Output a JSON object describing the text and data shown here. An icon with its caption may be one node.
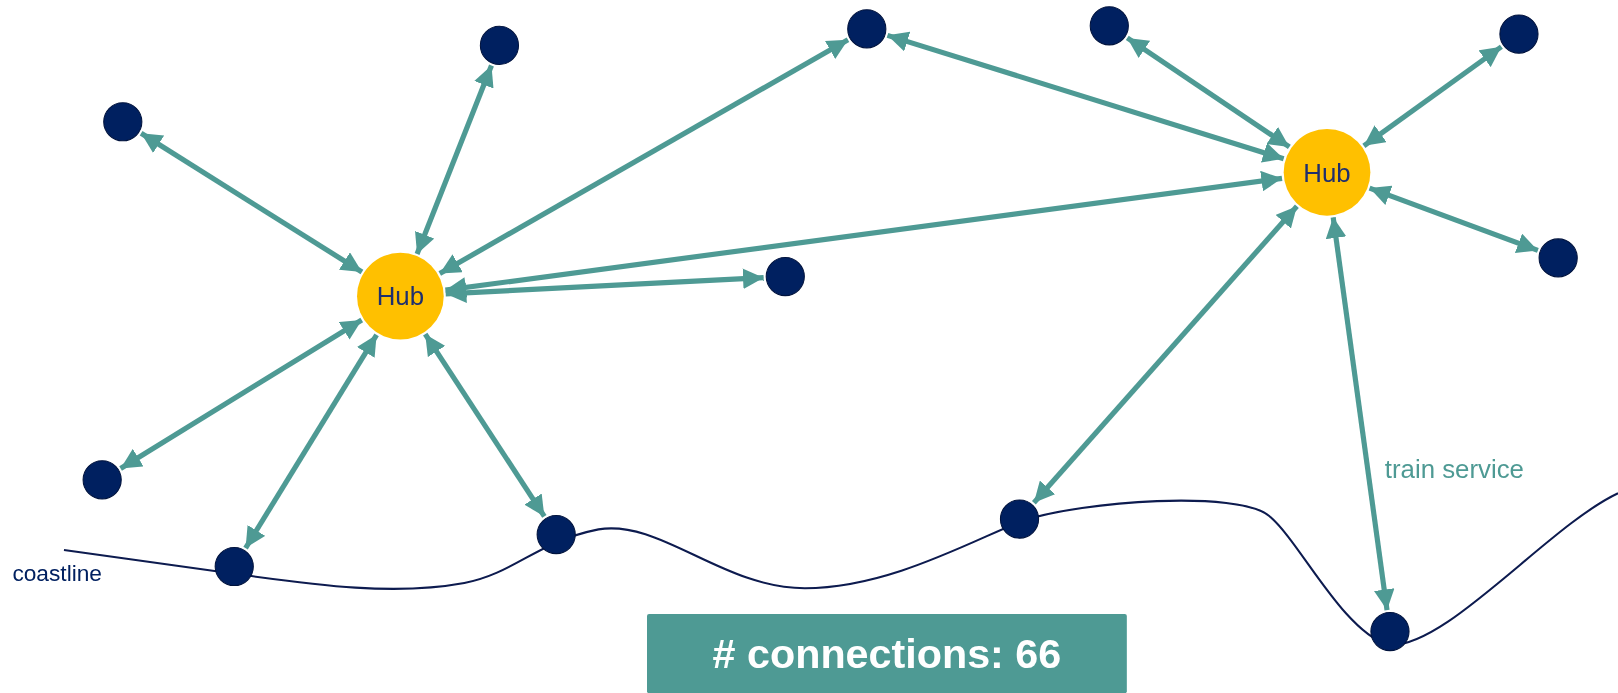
{
  "diagram": {
    "nodes": [
      {
        "text": [
          "Hub"
        ]
      },
      {
        "text": [
          "Hub"
        ]
      },
      {
        "text": [],
        "shape": "circle"
      },
      {
        "text": [],
        "shape": "circle"
      },
      {
        "text": [],
        "shape": "circle"
      },
      {
        "text": [],
        "shape": "circle"
      },
      {
        "text": [],
        "shape": "circle"
      },
      {
        "text": [],
        "shape": "circle"
      },
      {
        "text": [],
        "shape": "circle"
      },
      {
        "text": [],
        "shape": "circle"
      },
      {
        "text": [],
        "shape": "circle"
      },
      {
        "text": [],
        "shape": "circle"
      },
      {
        "text": [],
        "shape": "circle"
      },
      {
        "text": [],
        "shape": "circle"
      }
    ],
    "edges": [
      {
        "from": 0,
        "to": 6,
        "arrow": "both"
      },
      {
        "from": 0,
        "to": 5,
        "arrow": "both"
      },
      {
        "from": 0,
        "to": 2,
        "arrow": "both"
      },
      {
        "from": 0,
        "to": 1,
        "arrow": "both"
      },
      {
        "from": 0,
        "to": 8,
        "arrow": "both"
      },
      {
        "from": 0,
        "to": 9,
        "arrow": "both"
      },
      {
        "from": 0,
        "to": 12,
        "arrow": "both"
      },
      {
        "from": 0,
        "to": 11,
        "arrow": "both"
      },
      {
        "from": 1,
        "to": 2,
        "arrow": "both"
      },
      {
        "from": 1,
        "to": 3,
        "arrow": "both"
      },
      {
        "from": 1,
        "to": 4,
        "arrow": "both"
      },
      {
        "from": 1,
        "to": 7,
        "arrow": "both"
      },
      {
        "from": 1,
        "to": 10,
        "arrow": "both"
      },
      {
        "from": 1,
        "to": 13,
        "label": "train service",
        "arrow": "both"
      }
    ],
    "labels": [
      "coastline",
      "# connections: 66"
    ]
  }
}
